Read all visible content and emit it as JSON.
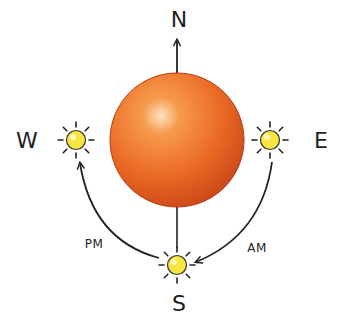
{
  "diagram": {
    "labels": [
      "N",
      "W",
      "E",
      "PM",
      "AM",
      "S"
    ]
  }
}
